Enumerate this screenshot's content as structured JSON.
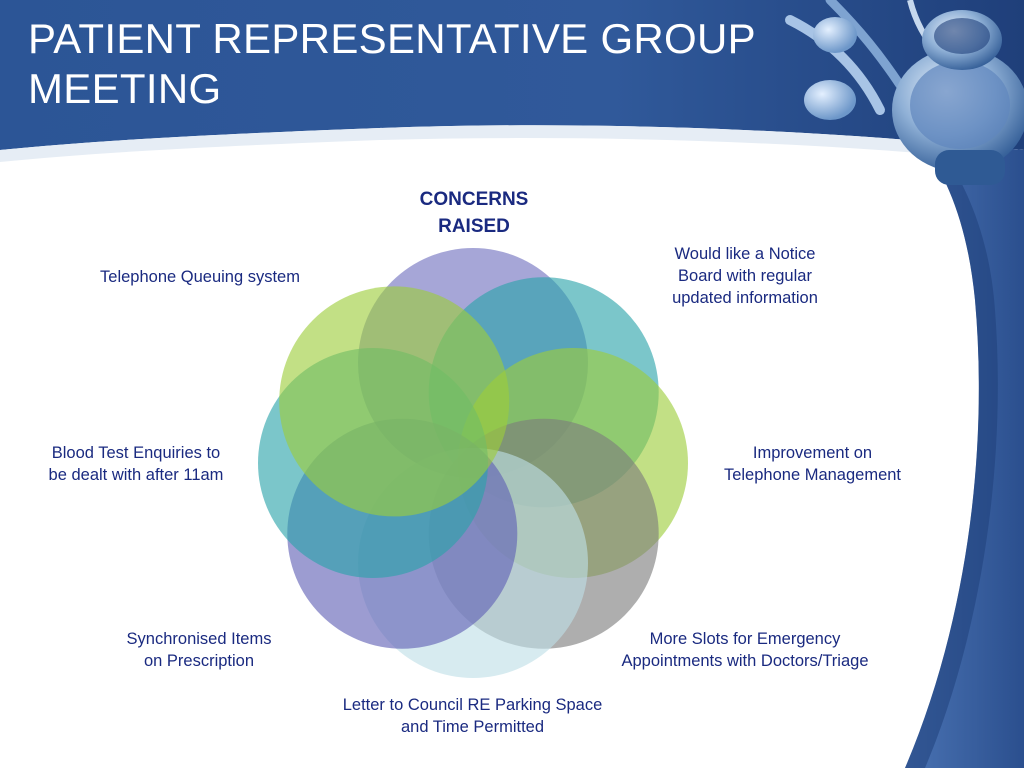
{
  "slide": {
    "title": "PATIENT REPRESENTATIVE GROUP MEETING"
  },
  "diagram": {
    "center_title": "CONCERNS\nRAISED",
    "concerns": [
      {
        "label": "Telephone Queuing system",
        "color": "#9ccd3a"
      },
      {
        "label": "Would like a Notice\nBoard with regular\nupdated information",
        "color": "#2aa3a9"
      },
      {
        "label": "Improvement on\nTelephone Management",
        "color": "#9ccd3a"
      },
      {
        "label": "More Slots for Emergency\nAppointments with Doctors/Triage",
        "color": "#7d7d7d"
      },
      {
        "label": "Letter to Council RE Parking Space\nand Time Permitted",
        "color": "#bedfe6"
      },
      {
        "label": "Synchronised Items\non Prescription",
        "color": "#5f5fb5"
      },
      {
        "label": "Blood Test Enquiries to\nbe dealt with after 11am",
        "color": "#2aa3a9"
      }
    ]
  },
  "theme": {
    "header_blue": "#2f5597",
    "label_text": "#1a2a80",
    "top_circle_purple": "#6f6fbf"
  },
  "decor": {
    "image": "stethoscope"
  }
}
